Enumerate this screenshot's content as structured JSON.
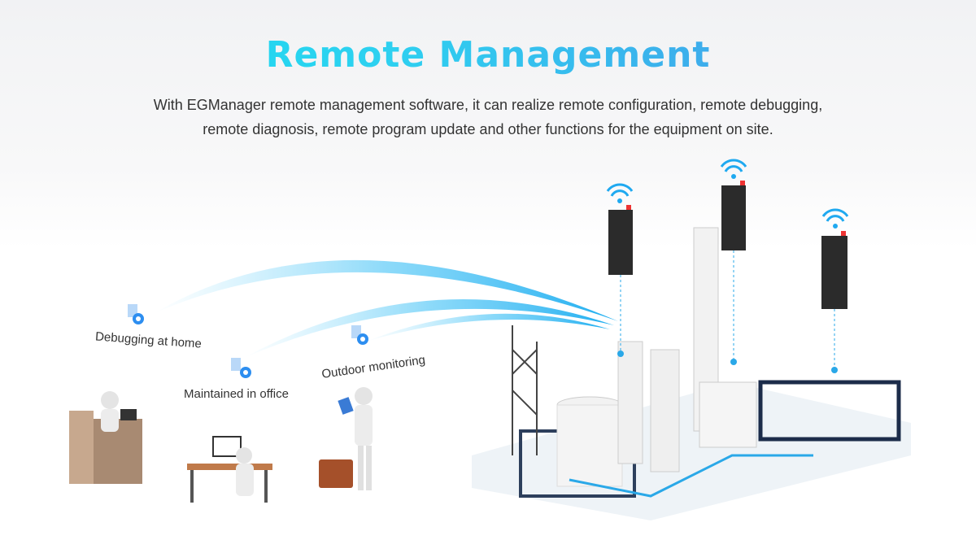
{
  "title": "Remote Management",
  "description": [
    "With EGManager remote management software, it can realize remote configuration, remote debugging,",
    "remote diagnosis, remote program update and other functions for the equipment on site."
  ],
  "scenarios": [
    {
      "label": "Debugging at home",
      "icon": "gear-config-icon"
    },
    {
      "label": "Maintained in office",
      "icon": "gear-config-icon"
    },
    {
      "label": "Outdoor monitoring",
      "icon": "gear-config-icon"
    }
  ],
  "colors": {
    "accent": "#1fb8f0",
    "title_start": "#14e1f0",
    "title_end": "#4a90e8"
  }
}
